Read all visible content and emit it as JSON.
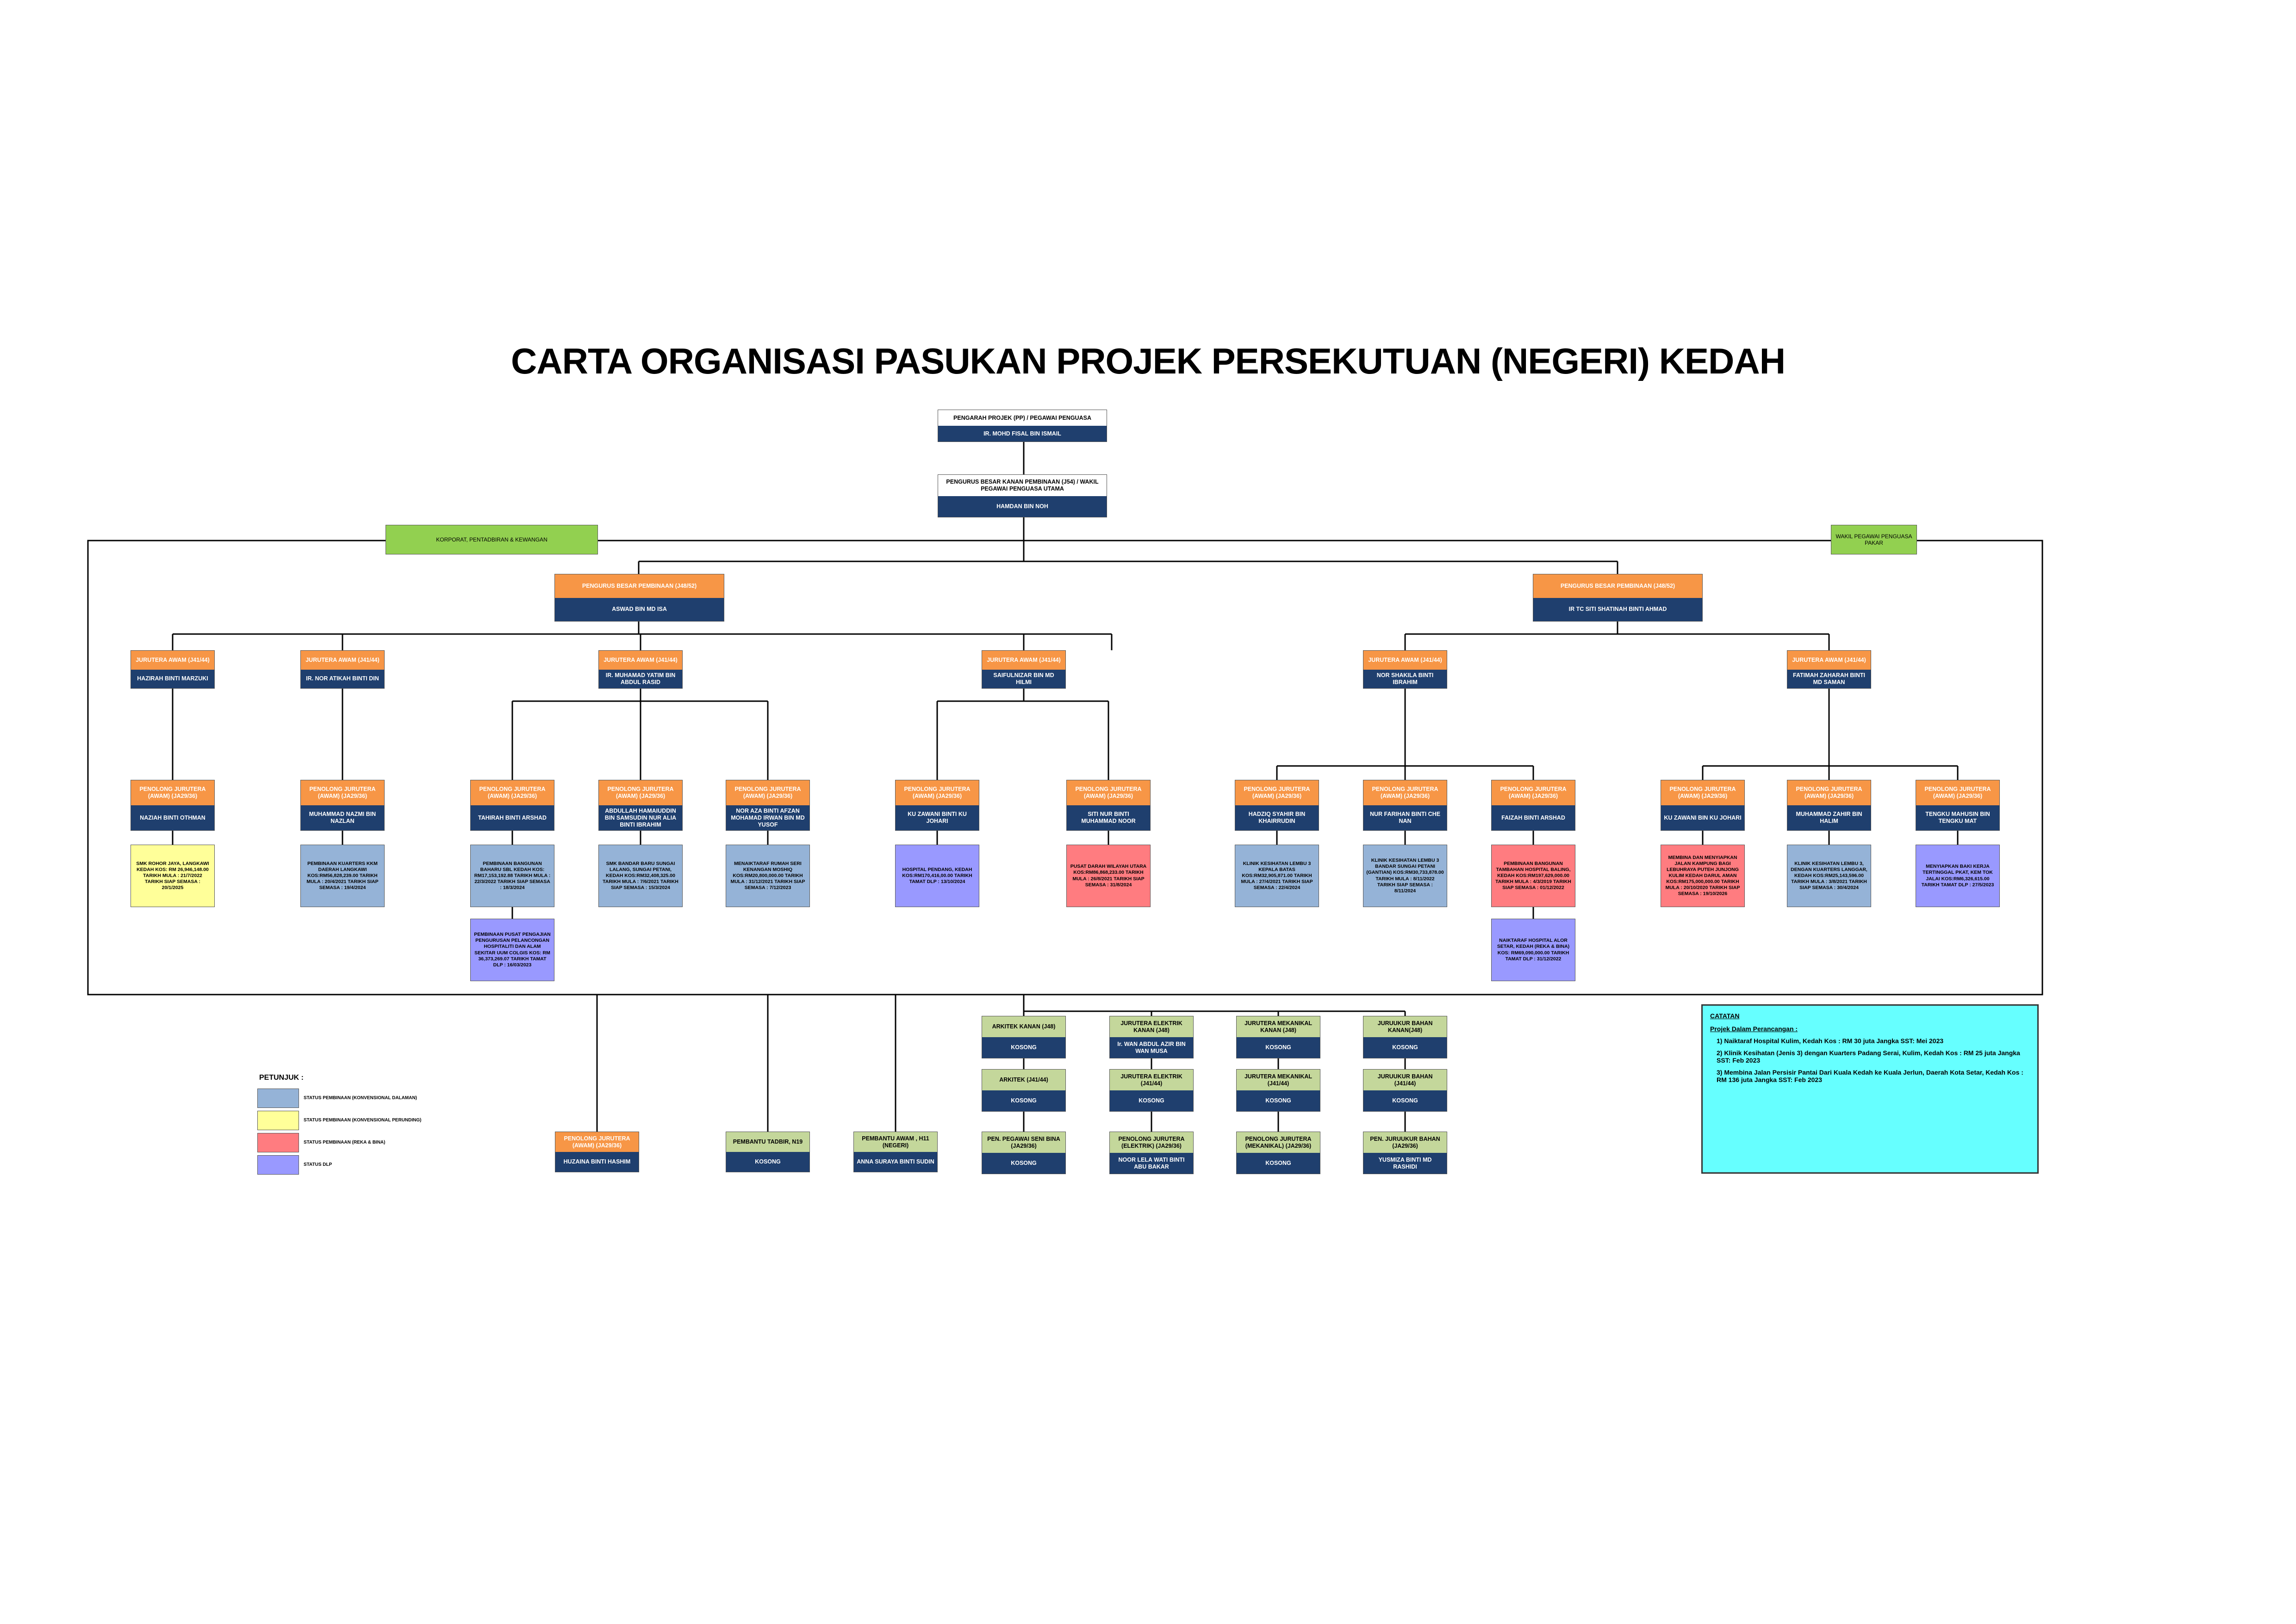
{
  "title": "CARTA ORGANISASI PASUKAN PROJEK PERSEKUTUAN (NEGERI) KEDAH",
  "top": {
    "pp": {
      "role": "PENGARAH PROJEK (PP) / PEGAWAI PENGUASA",
      "name": "IR. MOHD FISAL BIN ISMAIL"
    },
    "pbk": {
      "role": "PENGURUS BESAR KANAN PEMBINAAN (J54) / WAKIL PEGAWAI PENGUASA UTAMA",
      "name": "HAMDAN BIN NOH"
    }
  },
  "side_labels": {
    "left": "KORPORAT, PENTADBIRAN & KEWANGAN",
    "right": "WAKIL PEGAWAI PENGUASA PAKAR"
  },
  "managers": {
    "left": {
      "role": "PENGURUS BESAR PEMBINAAN (J48/52)",
      "name": "ASWAD BIN MD ISA"
    },
    "right": {
      "role": "PENGURUS BESAR PEMBINAAN (J48/52)",
      "name": "IR TC SITI SHATINAH BINTI AHMAD"
    }
  },
  "engineers": [
    {
      "role": "JURUTERA AWAM (J41/44)",
      "name": "HAZIRAH BINTI MARZUKI"
    },
    {
      "role": "JURUTERA AWAM (J41/44)",
      "name": "IR. NOR ATIKAH BINTI DIN"
    },
    {
      "role": "JURUTERA AWAM (J41/44)",
      "name": "IR. MUHAMAD YATIM BIN ABDUL RASID"
    },
    {
      "role": "JURUTERA AWAM (J41/44)",
      "name": "SAIFULNIZAR BIN MD HILMI"
    },
    {
      "role": "JURUTERA AWAM (J41/44)",
      "name": "NOR SHAKILA BINTI IBRAHIM"
    },
    {
      "role": "JURUTERA AWAM (J41/44)",
      "name": "FATIMAH ZAHARAH BINTI MD SAMAN"
    }
  ],
  "assistants": [
    {
      "role": "PENOLONG JURUTERA (AWAM) (JA29/36)",
      "name": "NAZIAH BINTI OTHMAN"
    },
    {
      "role": "PENOLONG JURUTERA (AWAM) (JA29/36)",
      "name": "MUHAMMAD NAZMI BIN NAZLAN"
    },
    {
      "role": "PENOLONG JURUTERA (AWAM) (JA29/36)",
      "name": "TAHIRAH BINTI ARSHAD"
    },
    {
      "role": "PENOLONG JURUTERA (AWAM) (JA29/36)",
      "name": "ABDULLAH HAMAIUDDIN BIN SAMSUDIN NUR ALIA BINTI IBRAHIM"
    },
    {
      "role": "PENOLONG JURUTERA (AWAM) (JA29/36)",
      "name": "NOR AZA BINTI AFZAN MOHAMAD IRWAN BIN MD YUSOF"
    },
    {
      "role": "PENOLONG JURUTERA (AWAM) (JA29/36)",
      "name": "KU ZAWANI BINTI KU JOHARI"
    },
    {
      "role": "PENOLONG JURUTERA (AWAM) (JA29/36)",
      "name": "SITI NUR BINTI MUHAMMAD NOOR"
    },
    {
      "role": "PENOLONG JURUTERA (AWAM) (JA29/36)",
      "name": "HADZIQ SYAHIR BIN KHAIRRUDIN"
    },
    {
      "role": "PENOLONG JURUTERA (AWAM) (JA29/36)",
      "name": "NUR FARIHAN BINTI CHE NAN"
    },
    {
      "role": "PENOLONG JURUTERA (AWAM) (JA29/36)",
      "name": "FAIZAH BINTI ARSHAD"
    },
    {
      "role": "PENOLONG JURUTERA (AWAM) (JA29/36)",
      "name": "KU ZAWANI BIN KU JOHARI"
    },
    {
      "role": "PENOLONG JURUTERA (AWAM) (JA29/36)",
      "name": "MUHAMMAD ZAHIR BIN HALIM"
    },
    {
      "role": "PENOLONG JURUTERA (AWAM) (JA29/36)",
      "name": "TENGKU MAHUSIN BIN TENGKU MAT"
    }
  ],
  "projects": [
    {
      "text": "SMK ROHOR JAYA, LANGKAWI KEDAH KOS: RM 26,946,148.00 TARIKH MULA : 21/7/2022 TARIKH SIAP SEMASA : 20/1/2025"
    },
    {
      "text": "PEMBINAAN KUARTERS KKM DAERAH LANGKAWI KOS:RM56,828,239.00 TARIKH MULA : 20/4/2021 TARIKH SIAP SEMASA : 19/4/2024"
    },
    {
      "text": "PEMBINAAN BANGUNAN BAHARU SBL KEDAH KOS: RM17,153,192.88 TARIKH MULA : 22/3/2022 TARIKH SIAP SEMASA : 18/3/2024"
    },
    {
      "text": "SMK BANDAR BARU SUNGAI LALANG, SUNGAI PETANI, KEDAH KOS:RM32,408,325.00 TARIKH MULA : 7/6/2021 TARIKH SIAP SEMASA : 15/3/2024"
    },
    {
      "text": "MENAIKTARAF RUMAH SERI KENANGAN MOSHIQ KOS:RM20,800,000.00 TARIKH MULA : 31/12/2021 TARIKH SIAP SEMASA : 7/12/2023"
    },
    {
      "text": "HOSPITAL PENDANG, KEDAH KOS:RM170,416,00.00 TARIKH TAMAT DLP : 13/10/2024"
    },
    {
      "text": "PUSAT DARAH WILAYAH UTARA KOS:RM86,868,233.00 TARIKH MULA : 26/8/2021 TARIKH SIAP SEMASA : 31/8/2024"
    },
    {
      "text": "KLINIK KESIHATAN LEMBU 3 KEPALA BATAS KOS:RM32,905,871.00 TARIKH MULA : 27/4/2021 TARIKH SIAP SEMASA : 22/4/2024"
    },
    {
      "text": "KLINIK KESIHATAN LEMBU 3 BANDAR SUNGAI PETANI (GANTIAN) KOS:RM30,733,878.00 TARIKH MULA : 8/11/2022 TARIKH SIAP SEMASA : 8/11/2024"
    },
    {
      "text": "PEMBINAAN BANGUNAN TAMBAHAN HOSPITAL BALING, KEDAH KOS:RM197,629,000.00 TARIKH MULA : 4/3/2019 TARIKH SIAP SEMASA : 01/12/2022"
    },
    {
      "text": "MEMBINA DAN MENYIAPKAN JALAN KAMPUNG BAGI LEBUHRAYA PUTEH JUNJONG KULIM KEDAH DARUL AMAN KOS:RM175,000,000.00 TARIKH MULA : 20/10/2020 TARIKH SIAP SEMASA : 19/10/2026"
    },
    {
      "text": "KLINIK KESIHATAN LEMBU 3, DENGAN KUARTERS LANGGAR, KEDAH KOS:RM25,143,596.00 TARIKH MULA : 3/8/2021 TARIKH SIAP SEMASA : 30/4/2024"
    },
    {
      "text": "MENYIAPKAN BAKI KERJA TERTINGGAL PKAT, KEM TOK JALAI KOS:RM6,326,615.00 TARIKH TAMAT DLP : 27/5/2023"
    },
    {
      "text": "PEMBINAAN PUSAT PENGAJIAN PENGURUSAN PELANCONGAN HOSPITALITI DAN ALAM SEKITAR UUM COLGIS KOS: RM 36,373,269.07 TARIKH TAMAT DLP : 16/03/2023"
    },
    {
      "text": "NAIKTARAF HOSPITAL ALOR SETAR, KEDAH (REKA & BINA) KOS: RM69,090,000.00 TARIKH TAMAT DLP : 31/12/2022"
    }
  ],
  "support": [
    {
      "role": "PENOLONG JURUTERA (AWAM) (JA29/36)",
      "name": "HUZAINA BINTI HASHIM"
    },
    {
      "role": "PEMBANTU TADBIR, N19",
      "name": "KOSONG"
    },
    {
      "role": "PEMBANTU AWAM , H11 (NEGERI)",
      "name": "ANNA SURAYA BINTI SUDIN"
    }
  ],
  "technical": [
    {
      "role": "ARKITEK KANAN (J48)",
      "name": "KOSONG"
    },
    {
      "role": "JURUTERA ELEKTRIK KANAN (J48)",
      "name": "Ir. WAN ABDUL AZIR BIN WAN MUSA"
    },
    {
      "role": "JURUTERA MEKANIKAL KANAN (J48)",
      "name": "KOSONG"
    },
    {
      "role": "JURUUKUR BAHAN KANAN(J48)",
      "name": "KOSONG"
    },
    {
      "role": "ARKITEK (J41/44)",
      "name": "KOSONG"
    },
    {
      "role": "JURUTERA ELEKTRIK (J41/44)",
      "name": "KOSONG"
    },
    {
      "role": "JURUTERA MEKANIKAL (J41/44)",
      "name": "KOSONG"
    },
    {
      "role": "JURUUKUR BAHAN (J41/44)",
      "name": "KOSONG"
    },
    {
      "role": "PEN. PEGAWAI SENI BINA (JA29/36)",
      "name": "KOSONG"
    },
    {
      "role": "PENOLONG JURUTERA (ELEKTRIK) (JA29/36)",
      "name": "NOOR LELA WATI BINTI ABU BAKAR"
    },
    {
      "role": "PENOLONG JURUTERA (MEKANIKAL) (JA29/36)",
      "name": "KOSONG"
    },
    {
      "role": "PEN. JURUUKUR BAHAN (JA29/36)",
      "name": "YUSMIZA BINTI MD RASHIDI"
    }
  ],
  "legend": {
    "title": "PETUNJUK :",
    "items": [
      {
        "label": "STATUS PEMBINAAN (KONVENSIONAL DALAMAN)",
        "color": "#95b3d7"
      },
      {
        "label": "STATUS PEMBINAAN (KONVENSIONAL PERUNDING)",
        "color": "#ffff99"
      },
      {
        "label": "STATUS PEMBINAAN (REKA & BINA)",
        "color": "#ff7c80"
      },
      {
        "label": "STATUS DLP",
        "color": "#9999ff"
      }
    ]
  },
  "notes": {
    "title": "CATATAN",
    "subtitle": "Projek Dalam Perancangan :",
    "items": [
      "1) Naiktaraf Hospital Kulim, Kedah Kos : RM 30 juta  Jangka SST:  Mei 2023",
      "2) Klinik Kesihatan (Jenis 3) dengan Kuarters  Padang Serai, Kulim, Kedah Kos : RM 25 juta  Jangka SST:  Feb 2023",
      "3) Membina Jalan Persisir Pantai Dari Kuala Kedah ke Kuala Jerlun, Daerah Kota Setar, Kedah Kos : RM 136 juta  Jangka SST:  Feb 2023"
    ]
  },
  "colors": {
    "navy": "#1f3f6e",
    "orange": "#f79646",
    "green": "#c4d79b",
    "cyan": "#66ffff"
  }
}
